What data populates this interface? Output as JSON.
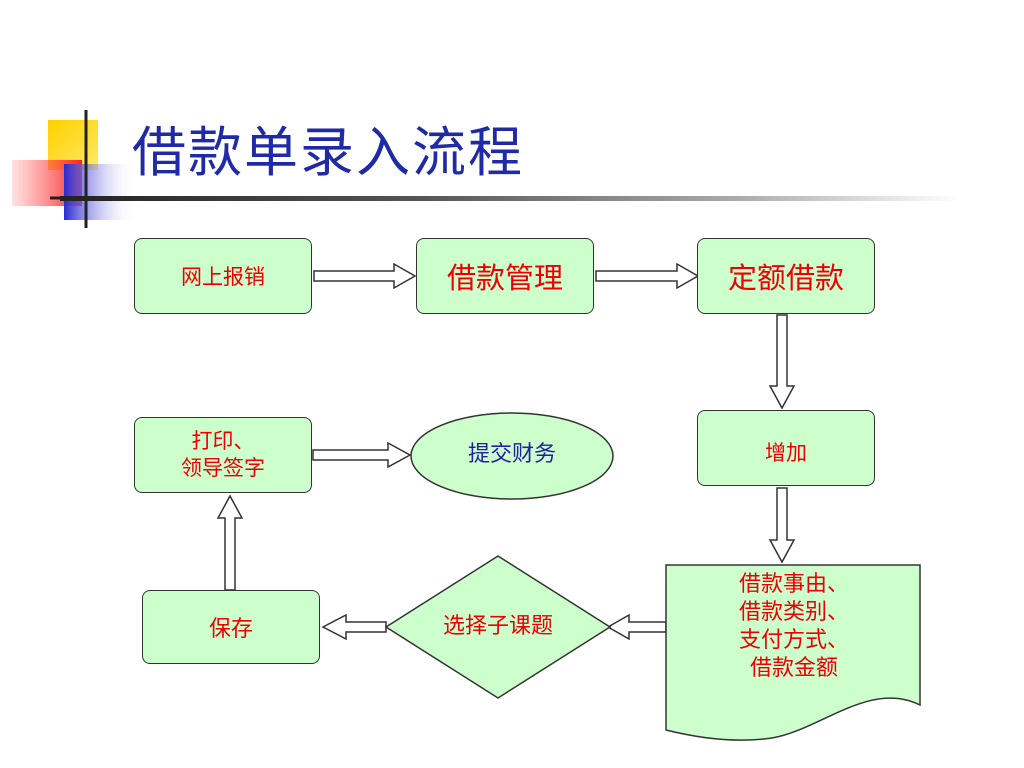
{
  "title": "借款单录入流程",
  "nodes": {
    "online_reimburse": "网上报销",
    "loan_management": "借款管理",
    "fixed_loan": "定额借款",
    "add": "增加",
    "loan_fields": [
      "借款事由、",
      "借款类别、",
      "支付方式、",
      "借款金额"
    ],
    "select_subject": "选择子课题",
    "save": "保存",
    "print_sign": [
      "打印、",
      "领导签字"
    ],
    "submit_finance": "提交财务"
  },
  "colors": {
    "node_fill": "#ccffcc",
    "node_text": "#ee0000",
    "title": "#1f2aa8",
    "submit_text": "#2020a0"
  }
}
